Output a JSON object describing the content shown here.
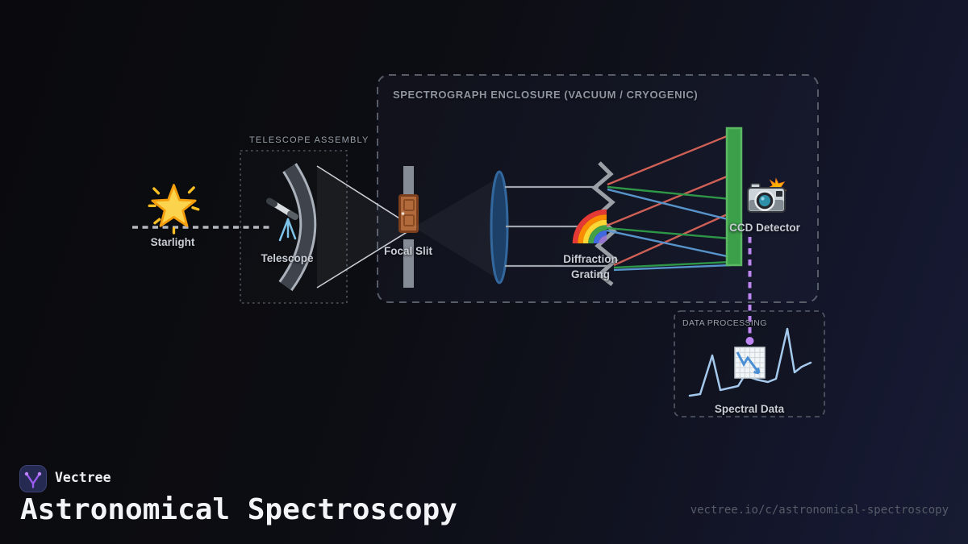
{
  "footer": {
    "brand_name": "Vectree",
    "page_title": "Astronomical Spectroscopy",
    "share_url": "vectree.io/c/astronomical-spectroscopy"
  },
  "diagram": {
    "sections": {
      "telescope_assembly": {
        "label": "TELESCOPE ASSEMBLY"
      },
      "spectrograph_enclosure": {
        "label": "SPECTROGRAPH ENCLOSURE (VACUUM / CRYOGENIC)"
      },
      "data_processing": {
        "label": "DATA PROCESSING"
      }
    },
    "nodes": {
      "starlight": {
        "label": "Starlight",
        "icon": "glowing-star-icon"
      },
      "telescope": {
        "label": "Telescope",
        "icon": "telescope-icon"
      },
      "focal_slit": {
        "label": "Focal Slit",
        "icon": "door-icon"
      },
      "diffraction_grating": {
        "label_line1": "Diffraction",
        "label_line2": "Grating",
        "icon": "rainbow-icon"
      },
      "ccd_detector": {
        "label": "CCD Detector",
        "icon": "camera-flash-icon"
      },
      "spectral_data": {
        "label": "Spectral Data",
        "icon": "chart-decreasing-icon"
      }
    },
    "colors": {
      "ray_red": "#d96459",
      "ray_green": "#2f9e49",
      "ray_blue": "#5b9bd5",
      "ccd_green": "#3c9f4a",
      "connector_purple": "#bd86f2",
      "spectral_line_blue": "#a5c9ec",
      "rainbow": [
        "#e53935",
        "#fb8c00",
        "#fdd835",
        "#43a047",
        "#4169e1",
        "#9575cd"
      ],
      "brand_accent": "#8b5cf6"
    }
  }
}
